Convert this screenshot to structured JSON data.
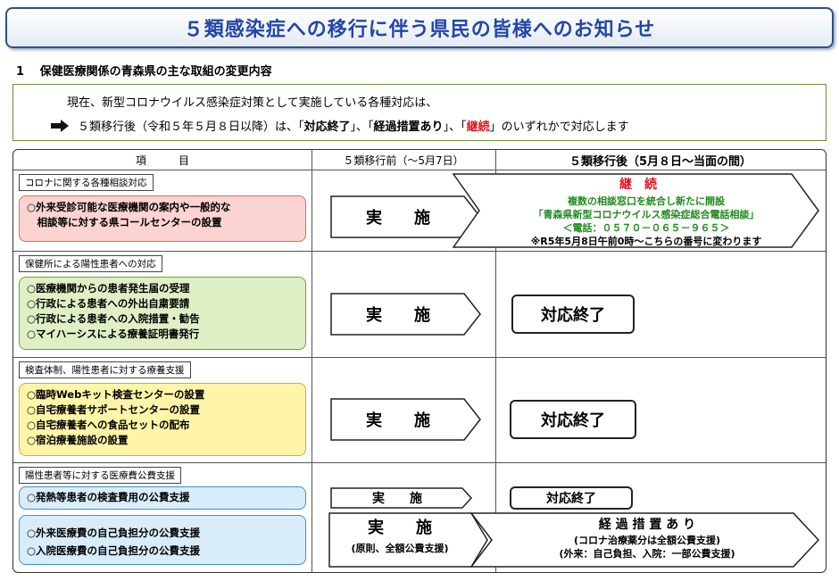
{
  "title": "５類感染症への移行に伴う県民の皆様へのお知らせ",
  "section1": {
    "heading": "1　 保健医療関係の青森県の主な取組の変更内容",
    "line1": "現在、新型コロナウイルス感染症対策として実施している各種対応は、",
    "line2_pre": "５類移行後（令和５年５月８日以降）は、「",
    "end_label": "対応終了",
    "mid1": "」、「",
    "transition_label": "経過措置あり",
    "mid2": "」、「",
    "continue_label": "継続",
    "line2_post": "」のいずれかで対応します"
  },
  "table": {
    "headers": {
      "item": "項　　　目",
      "before": "５類移行前（～5月7日）",
      "after": "５類移行後（5月８日～当面の間）"
    },
    "categories": [
      {
        "tag": "コロナに関する各種相談対応",
        "items": [
          "○外来受診可能な医療機関の案内や一般的な",
          "　相談等に対する県コールセンターの設置"
        ],
        "before": "実　　施",
        "after": {
          "label": "継　続",
          "lines": [
            "複数の相談窓口を統合し新たに開設",
            "「青森県新型コロナウイルス感染症総合電話相談」",
            "＜電話：０５７０－０６５－９６５＞",
            "※R5年5月8日午前0時～こちらの番号に変わります"
          ]
        }
      },
      {
        "tag": "保健所による陽性患者への対応",
        "items": [
          "○医療機関からの患者発生届の受理",
          "○行政による患者への外出自粛要請",
          "○行政による患者への入院措置・勧告",
          "○マイハーシスによる療養証明書発行"
        ],
        "before": "実　　施",
        "after": "対応終了"
      },
      {
        "tag": "検査体制、陽性患者に対する療養支援",
        "items": [
          "○臨時Webキット検査センターの設置",
          "○自宅療養者サポートセンターの設置",
          "○自宅療養者への食品セットの配布",
          "○宿泊療養施設の設置"
        ],
        "before": "実　　施",
        "after": "対応終了"
      },
      {
        "tag": "陽性患者等に対する医療費公費支援",
        "items": [
          "○発熱等患者の検査費用の公費支援"
        ],
        "before": "実　　施",
        "after": "対応終了"
      },
      {
        "items": [
          "○外来医療費の自己負担分の公費支援",
          "○入院医療費の自己負担分の公費支援"
        ],
        "before": "実　　施",
        "before_note": "(原則、全額公費支援)",
        "after": {
          "label": "経 過 措 置 あ り",
          "lines": [
            "(コロナ治療薬分は全額公費支援)",
            "(外来：自己負担、入院：一部公費支援)"
          ]
        }
      }
    ]
  },
  "colors": {
    "title_text": "#2346a8",
    "continue_green": "#1f8a1f",
    "continue_red": "#e0141e"
  }
}
